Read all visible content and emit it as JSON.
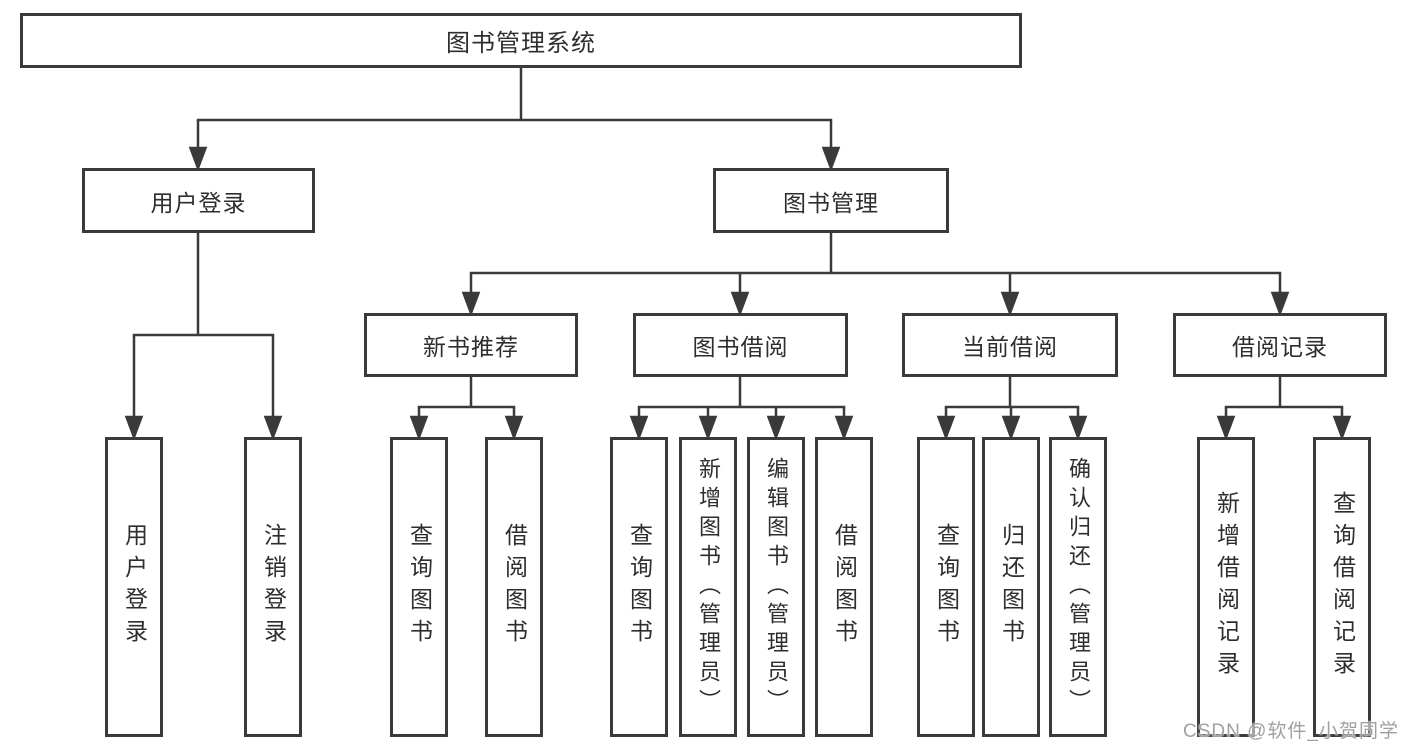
{
  "colors": {
    "line": "#3a3a3a",
    "border": "#3a3a3a",
    "text": "#2e2e2e",
    "watermark": "#a0a0a0",
    "background": "#ffffff"
  },
  "watermark": {
    "text": "CSDN @软件_小贺同学"
  },
  "tree": {
    "root": {
      "label": "图书管理系统"
    },
    "branches": [
      {
        "label": "用户登录",
        "children": [
          {
            "label": "用户登录"
          },
          {
            "label": "注销登录"
          }
        ]
      },
      {
        "label": "图书管理",
        "children": [
          {
            "label": "新书推荐",
            "children": [
              {
                "label": "查询图书"
              },
              {
                "label": "借阅图书"
              }
            ]
          },
          {
            "label": "图书借阅",
            "children": [
              {
                "label": "查询图书"
              },
              {
                "label": "新增图书（管理员）"
              },
              {
                "label": "编辑图书（管理员）"
              },
              {
                "label": "借阅图书"
              }
            ]
          },
          {
            "label": "当前借阅",
            "children": [
              {
                "label": "查询图书"
              },
              {
                "label": "归还图书"
              },
              {
                "label": "确认归还（管理员）"
              }
            ]
          },
          {
            "label": "借阅记录",
            "children": [
              {
                "label": "新增借阅记录"
              },
              {
                "label": "查询借阅记录"
              }
            ]
          }
        ]
      }
    ]
  }
}
